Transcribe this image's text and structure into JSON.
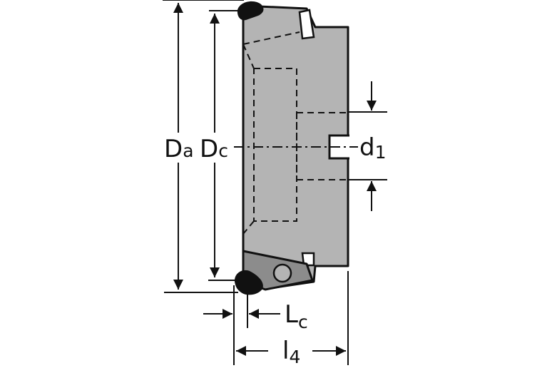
{
  "labels": {
    "da": {
      "main": "D",
      "sub": "a"
    },
    "dc": {
      "main": "D",
      "sub": "c"
    },
    "d1": {
      "main": "d",
      "sub": "1"
    },
    "lc": {
      "main": "L",
      "sub": "c"
    },
    "l4": {
      "main": "l",
      "sub": "4"
    }
  },
  "colors": {
    "body": "#b4b4b4",
    "insert": "#8c8c8c",
    "outline": "#111111",
    "background": "#ffffff"
  }
}
